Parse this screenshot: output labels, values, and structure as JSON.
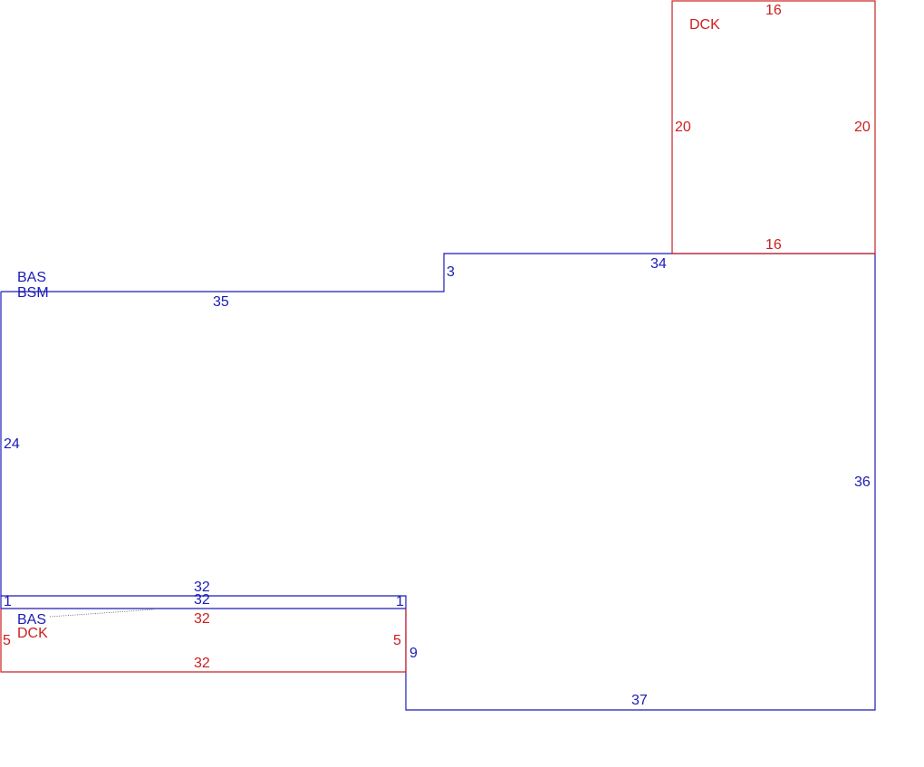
{
  "colors": {
    "blue": "#1b1bb8",
    "red": "#cc2020"
  },
  "main_structure": {
    "area_codes": [
      "BAS",
      "BSM"
    ],
    "dimensions": {
      "top_left": "35",
      "step_up": "3",
      "top_right": "34",
      "right": "36",
      "bottom_right": "37",
      "notch": "9",
      "left": "24",
      "bottom_left_upper": "32",
      "strip_left": "1",
      "strip_right": "1",
      "strip_lower": "32"
    }
  },
  "lower_section": {
    "area_codes": [
      "BAS"
    ],
    "dimensions": {}
  },
  "deck_top": {
    "area_code": "DCK",
    "dimensions": {
      "top": "16",
      "left": "20",
      "right": "20",
      "bottom": "16"
    }
  },
  "deck_bottom": {
    "area_code": "DCK",
    "dimensions": {
      "top": "32",
      "left": "5",
      "right": "5",
      "bottom": "32"
    }
  }
}
